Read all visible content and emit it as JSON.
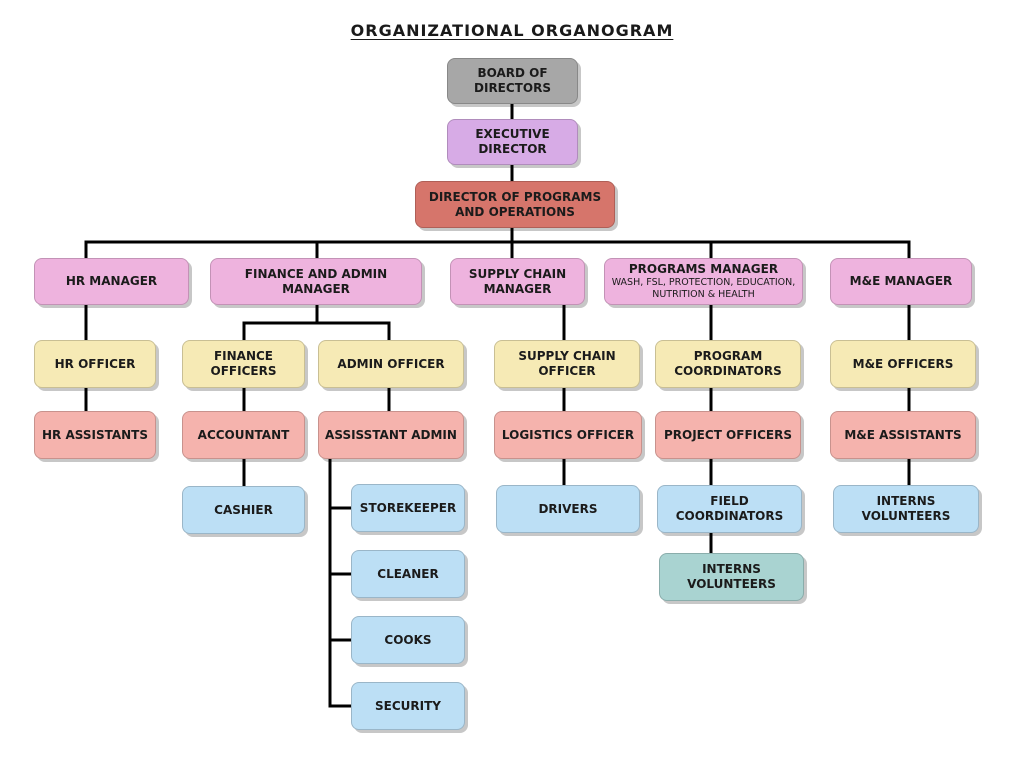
{
  "title": "ORGANIZATIONAL ORGANOGRAM",
  "colors": {
    "board": "#a7a7a7",
    "executive": "#d7abe6",
    "director_programs": "#d6756b",
    "managers": "#eeb3de",
    "officers": "#f6eab5",
    "assistants": "#f5b3ad",
    "support_staff": "#bcdff5",
    "interns_programs": "#a9d3d1",
    "connector": "#000000"
  },
  "nodes": {
    "board": "BOARD OF DIRECTORS",
    "executive": "EXECUTIVE DIRECTOR",
    "director_programs": "DIRECTOR OF PROGRAMS AND OPERATIONS",
    "hr_manager": "HR MANAGER",
    "finance_admin_manager": "FINANCE AND ADMIN MANAGER",
    "supply_chain_manager": "SUPPLY CHAIN MANAGER",
    "programs_manager": "PROGRAMS MANAGER",
    "programs_manager_sub": "WASH, FSL, PROTECTION, EDUCATION, NUTRITION & HEALTH",
    "me_manager": "M&E MANAGER",
    "hr_officer": "HR OFFICER",
    "finance_officers": "FINANCE OFFICERS",
    "admin_officer": "ADMIN OFFICER",
    "supply_chain_officer": "SUPPLY CHAIN OFFICER",
    "program_coordinators": "PROGRAM COORDINATORS",
    "me_officers": "M&E OFFICERS",
    "hr_assistants": "HR ASSISTANTS",
    "accountant": "ACCOUNTANT",
    "assistant_admin": "ASSISSTANT ADMIN",
    "logistics_officer": "LOGISTICS OFFICER",
    "project_officers": "PROJECT OFFICERS",
    "me_assistants": "M&E ASSISTANTS",
    "cashier": "CASHIER",
    "storekeeper": "STOREKEEPER",
    "cleaner": "CLEANER",
    "cooks": "COOKS",
    "security": "SECURITY",
    "drivers": "DRIVERS",
    "field_coordinators": "FIELD COORDINATORS",
    "interns_programs": "INTERNS VOLUNTEERS",
    "interns_me": "INTERNS VOLUNTEERS"
  },
  "edges": [
    [
      "board",
      "executive"
    ],
    [
      "executive",
      "director_programs"
    ],
    [
      "director_programs",
      "hr_manager"
    ],
    [
      "director_programs",
      "finance_admin_manager"
    ],
    [
      "director_programs",
      "supply_chain_manager"
    ],
    [
      "director_programs",
      "programs_manager"
    ],
    [
      "director_programs",
      "me_manager"
    ],
    [
      "hr_manager",
      "hr_officer"
    ],
    [
      "hr_officer",
      "hr_assistants"
    ],
    [
      "finance_admin_manager",
      "finance_officers"
    ],
    [
      "finance_admin_manager",
      "admin_officer"
    ],
    [
      "finance_officers",
      "accountant"
    ],
    [
      "accountant",
      "cashier"
    ],
    [
      "admin_officer",
      "assistant_admin"
    ],
    [
      "assistant_admin",
      "storekeeper"
    ],
    [
      "assistant_admin",
      "cleaner"
    ],
    [
      "assistant_admin",
      "cooks"
    ],
    [
      "assistant_admin",
      "security"
    ],
    [
      "supply_chain_manager",
      "supply_chain_officer"
    ],
    [
      "supply_chain_officer",
      "logistics_officer"
    ],
    [
      "logistics_officer",
      "drivers"
    ],
    [
      "programs_manager",
      "program_coordinators"
    ],
    [
      "program_coordinators",
      "project_officers"
    ],
    [
      "project_officers",
      "field_coordinators"
    ],
    [
      "field_coordinators",
      "interns_programs"
    ],
    [
      "me_manager",
      "me_officers"
    ],
    [
      "me_officers",
      "me_assistants"
    ],
    [
      "me_assistants",
      "interns_me"
    ]
  ]
}
